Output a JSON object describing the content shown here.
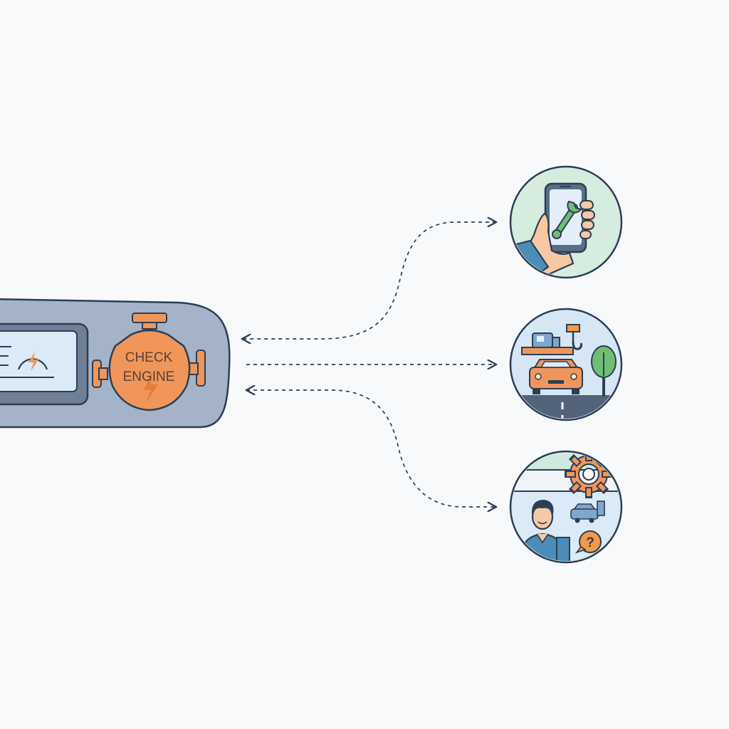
{
  "dashboard": {
    "badge_line_1": "CHECK",
    "badge_line_2": "ENGINE",
    "gauge_icon": "speedometer-icon",
    "bolt_icon": "lightning-bolt-icon"
  },
  "options": [
    {
      "id": "diy-app",
      "icon": "phone-wrench-icon"
    },
    {
      "id": "roadside",
      "icon": "tow-truck-icon"
    },
    {
      "id": "mechanic",
      "icon": "mechanic-garage-icon"
    }
  ],
  "mechanic_bubble_text": "?",
  "colors": {
    "outline": "#2c3e55",
    "dash_body": "#a4b3c8",
    "screen": "#dbeaf7",
    "engine_orange": "#f0965a",
    "accent_orange": "#f2994a",
    "mint": "#cfe8dd",
    "sky": "#d4e4f4",
    "teal": "#4b8db8",
    "green": "#6fbf73"
  }
}
